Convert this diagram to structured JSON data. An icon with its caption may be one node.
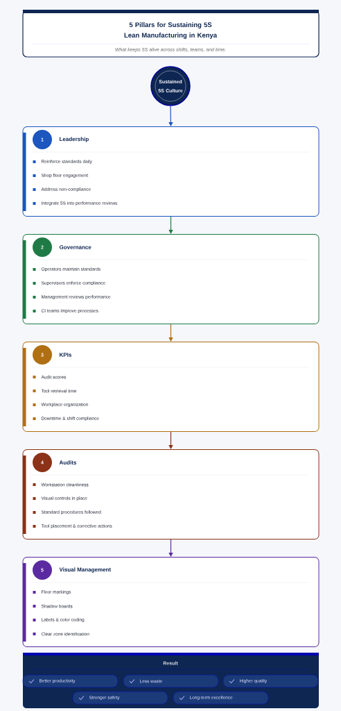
{
  "diagram": {
    "title": "5 Pillars for Sustaining 5S Lean Manufacturing in Kenya",
    "nodes": [
      {
        "text": [
          "Sustained 5S Culture"
        ]
      },
      {
        "text": [
          "1",
          "Leadership",
          "Reinforce standards daily",
          "Shop floor engagement",
          "Address non-compliance",
          "Integrate 5S into performance reviews"
        ]
      },
      {
        "text": [
          "2",
          "Governance",
          "Operators maintain standards",
          "Supervisors enforce compliance",
          "Management reviews performance",
          "CI teams improve processes"
        ]
      },
      {
        "text": [
          "3",
          "KPIs",
          "Audit scores",
          "Tool retrieval time",
          "Workplace organization",
          "Downtime & shift compliance"
        ]
      },
      {
        "text": [
          "4",
          "Audits",
          "Workstation cleanliness",
          "Visual controls in place",
          "Standard procedures followed",
          "Tool placement & corrective actions"
        ]
      },
      {
        "text": [
          "5",
          "Visual Management",
          "Floor markings",
          "Shadow boards",
          "Labels & color coding",
          "Clear zone identification"
        ]
      },
      {
        "text": [
          "Result"
        ]
      },
      {
        "text": [
          "Better productivity"
        ],
        "in": 6
      },
      {
        "text": [
          "Less waste"
        ],
        "in": 6
      },
      {
        "text": [
          "Higher quality"
        ],
        "in": 6
      },
      {
        "text": [
          "Stronger safety"
        ],
        "in": 6
      },
      {
        "text": [
          "Long-term excellence"
        ],
        "in": 6
      }
    ],
    "edges": [
      {
        "from": 0,
        "to": 1,
        "arrow": "to",
        "color": "#1c56be"
      },
      {
        "from": 1,
        "to": 2,
        "arrow": "to",
        "color": "#1f7a45"
      },
      {
        "from": 2,
        "to": 3,
        "arrow": "to",
        "color": "#b06f12"
      },
      {
        "from": 3,
        "to": 4,
        "arrow": "to",
        "color": "#8b3218"
      },
      {
        "from": 4,
        "to": 5,
        "arrow": "to",
        "color": "#5b2aa0"
      }
    ],
    "labels": [
      "What keeps 5S alive across shifts, teams, and time."
    ]
  }
}
